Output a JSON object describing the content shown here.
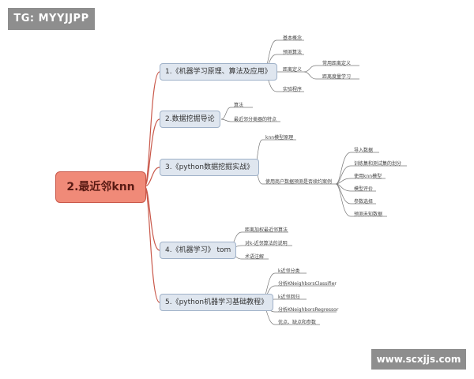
{
  "watermark_top": "TG: MYYJJPP",
  "watermark_bottom": "www.scxjjs.com",
  "root": "2.最近邻knn",
  "branches": [
    {
      "label": "1.《机器学习原理、算法及应用》",
      "leaves": [
        "基本概念",
        "预测算法",
        "距离定义",
        "实验程序"
      ],
      "sub": [
        "常用距离定义",
        "距离度量学习"
      ]
    },
    {
      "label": "2.数据挖掘导论",
      "leaves": [
        "算法",
        "最近邻分类器的特点"
      ]
    },
    {
      "label": "3.《python数据挖掘实战》",
      "leaves": [
        "knn模型原理",
        "使用商户数据预测是否续约案例"
      ],
      "sub": [
        "导入数据",
        "训练集和测试集的划分",
        "使用knn模型",
        "模型评价",
        "参数选择",
        "预测未知数据"
      ]
    },
    {
      "label": "4.《机器学习》 tom",
      "leaves": [
        "距离加权最近邻算法",
        "对k-近邻算法的说明",
        "术语注解"
      ]
    },
    {
      "label": "5.《python机器学习基础教程》",
      "leaves": [
        "k近邻分类",
        "分析KNeighborsClassifier",
        "k近邻回归",
        "分析KNeighborsRegressor",
        "优点、缺点和参数"
      ]
    }
  ]
}
